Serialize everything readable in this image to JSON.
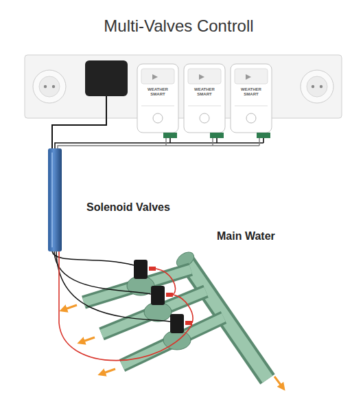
{
  "diagram": {
    "title": "Multi-Valves Controll",
    "labels": [
      "WEATHER SMART",
      "WEATHER SMART",
      "WEATHER SMART",
      "Solenoid Valves",
      "Main Water"
    ]
  }
}
